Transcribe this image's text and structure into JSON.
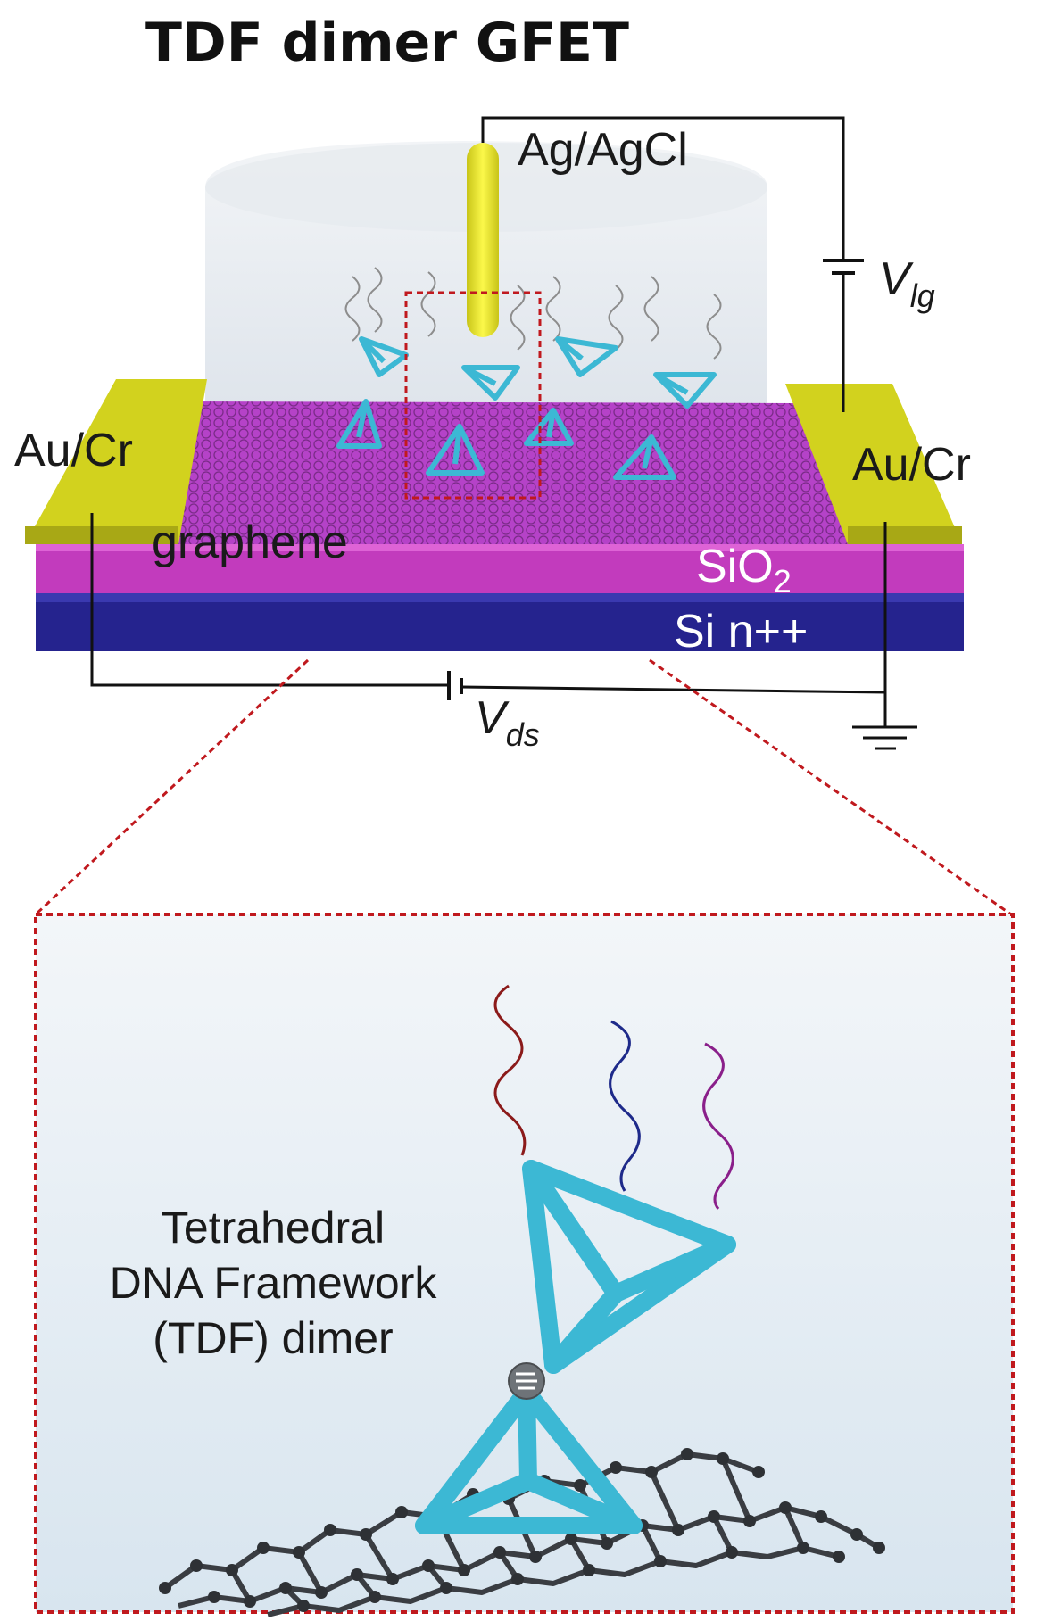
{
  "title": "TDF dimer GFET",
  "labels": {
    "ref_electrode": "Ag/AgCl",
    "v_lg_main": "V",
    "v_lg_sub": "lg",
    "contact_left": "Au/Cr",
    "contact_right": "Au/Cr",
    "graphene": "graphene",
    "sio2_main": "SiO",
    "sio2_sub": "2",
    "substrate": "Si n++",
    "v_ds_main": "V",
    "v_ds_sub": "ds"
  },
  "inset": {
    "caption_line1": "Tetrahedral",
    "caption_line2": "DNA Framework",
    "caption_line3": "(TDF) dimer"
  },
  "colors": {
    "gold": "#d2d21e",
    "graphene_purple": "#b542c8",
    "sio2_magenta": "#c23bbd",
    "silicon_blue": "#25238e",
    "tdf_cyan": "#3cb8d4",
    "dashed_red": "#c0191e",
    "ref_yellow": "#f2ee1a"
  }
}
